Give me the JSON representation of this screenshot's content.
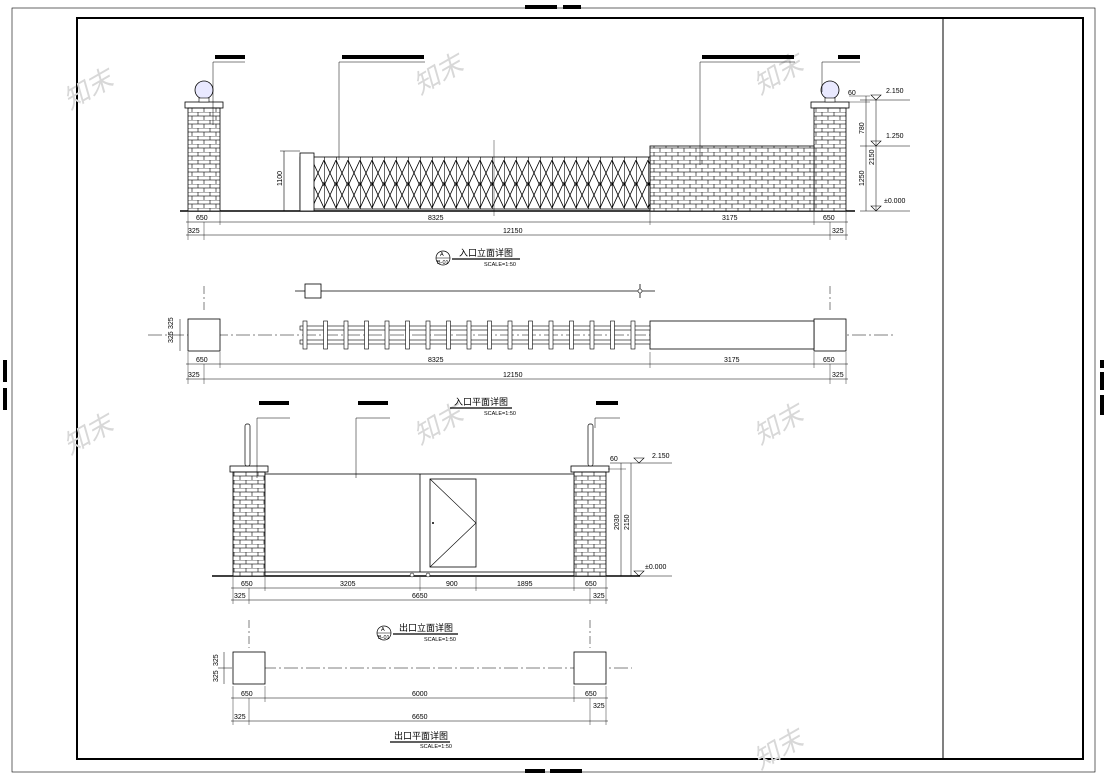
{
  "watermark": "知末",
  "entrance_elevation": {
    "title": "入口立面详图",
    "scale": "SCALE=1:50",
    "index": "A",
    "index_sheet": "B-01",
    "gate_height": "1100",
    "levels": [
      "2.150",
      "1.250",
      "±0.000"
    ],
    "right_dims": [
      "60",
      "780",
      "1250",
      "2150"
    ],
    "dims_row1": [
      "650",
      "8325",
      "3175",
      "650"
    ],
    "dims_row2": [
      "325",
      "12150",
      "325"
    ]
  },
  "entrance_plan": {
    "title": "入口平面详图",
    "scale": "SCALE=1:50",
    "side_dims": [
      "325",
      "325"
    ],
    "dims_row1": [
      "650",
      "8325",
      "3175",
      "650"
    ],
    "dims_row2": [
      "325",
      "12150",
      "325"
    ]
  },
  "exit_elevation": {
    "title": "出口立面详图",
    "scale": "SCALE=1:50",
    "index": "A",
    "index_sheet": "B-01",
    "levels": [
      "2.150",
      "±0.000"
    ],
    "right_dims": [
      "60",
      "2030",
      "2150"
    ],
    "dims_row1": [
      "650",
      "3205",
      "900",
      "1895",
      "650"
    ],
    "dims_row2": [
      "325",
      "6650",
      "325"
    ]
  },
  "exit_plan": {
    "title": "出口平面详图",
    "scale": "SCALE=1:50",
    "side_dims": [
      "325",
      "325"
    ],
    "dims_row1": [
      "650",
      "6000",
      "650"
    ],
    "dims_row2": [
      "325",
      "6650",
      "325"
    ]
  }
}
